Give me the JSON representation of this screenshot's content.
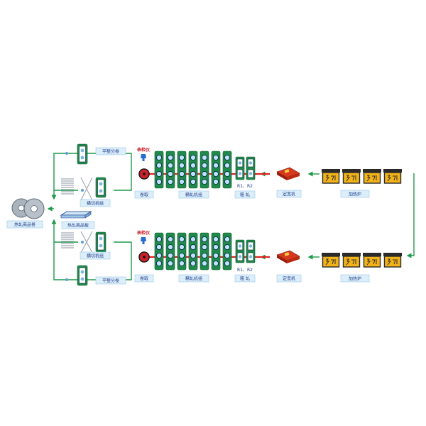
{
  "labels": {
    "coil_product": "热轧商品卷",
    "plate_product": "热轧商品板",
    "leveling_top": "平整分卷",
    "leveling_bottom": "平整分卷",
    "crosscut_top": "横切机组",
    "crosscut_bottom": "横切机组",
    "coiler_top": "卷取",
    "coiler_bottom": "卷取",
    "finishing_top": "精轧机组",
    "finishing_bottom": "精轧机组",
    "roughing_top": "粗 轧",
    "roughing_bottom": "粗 轧",
    "rolls_top": "R1、R2",
    "rolls_bottom": "R1、R2",
    "sizing_top": "定宽机",
    "sizing_bottom": "定宽机",
    "furnace_top": "加热炉",
    "furnace_bottom": "加热炉",
    "inspector_top": "表检仪",
    "inspector_bottom": "表检仪"
  },
  "colors": {
    "flow_arrow": "#1f9a4a",
    "strip": "#e02020",
    "roll_stand": "#1f8a4a",
    "label_bg": "#dceefa",
    "label_text": "#1d3a8a",
    "inspector_text": "#d0202a",
    "furnace_fill": "#f2b318",
    "sizing_press": "#d6391e"
  }
}
